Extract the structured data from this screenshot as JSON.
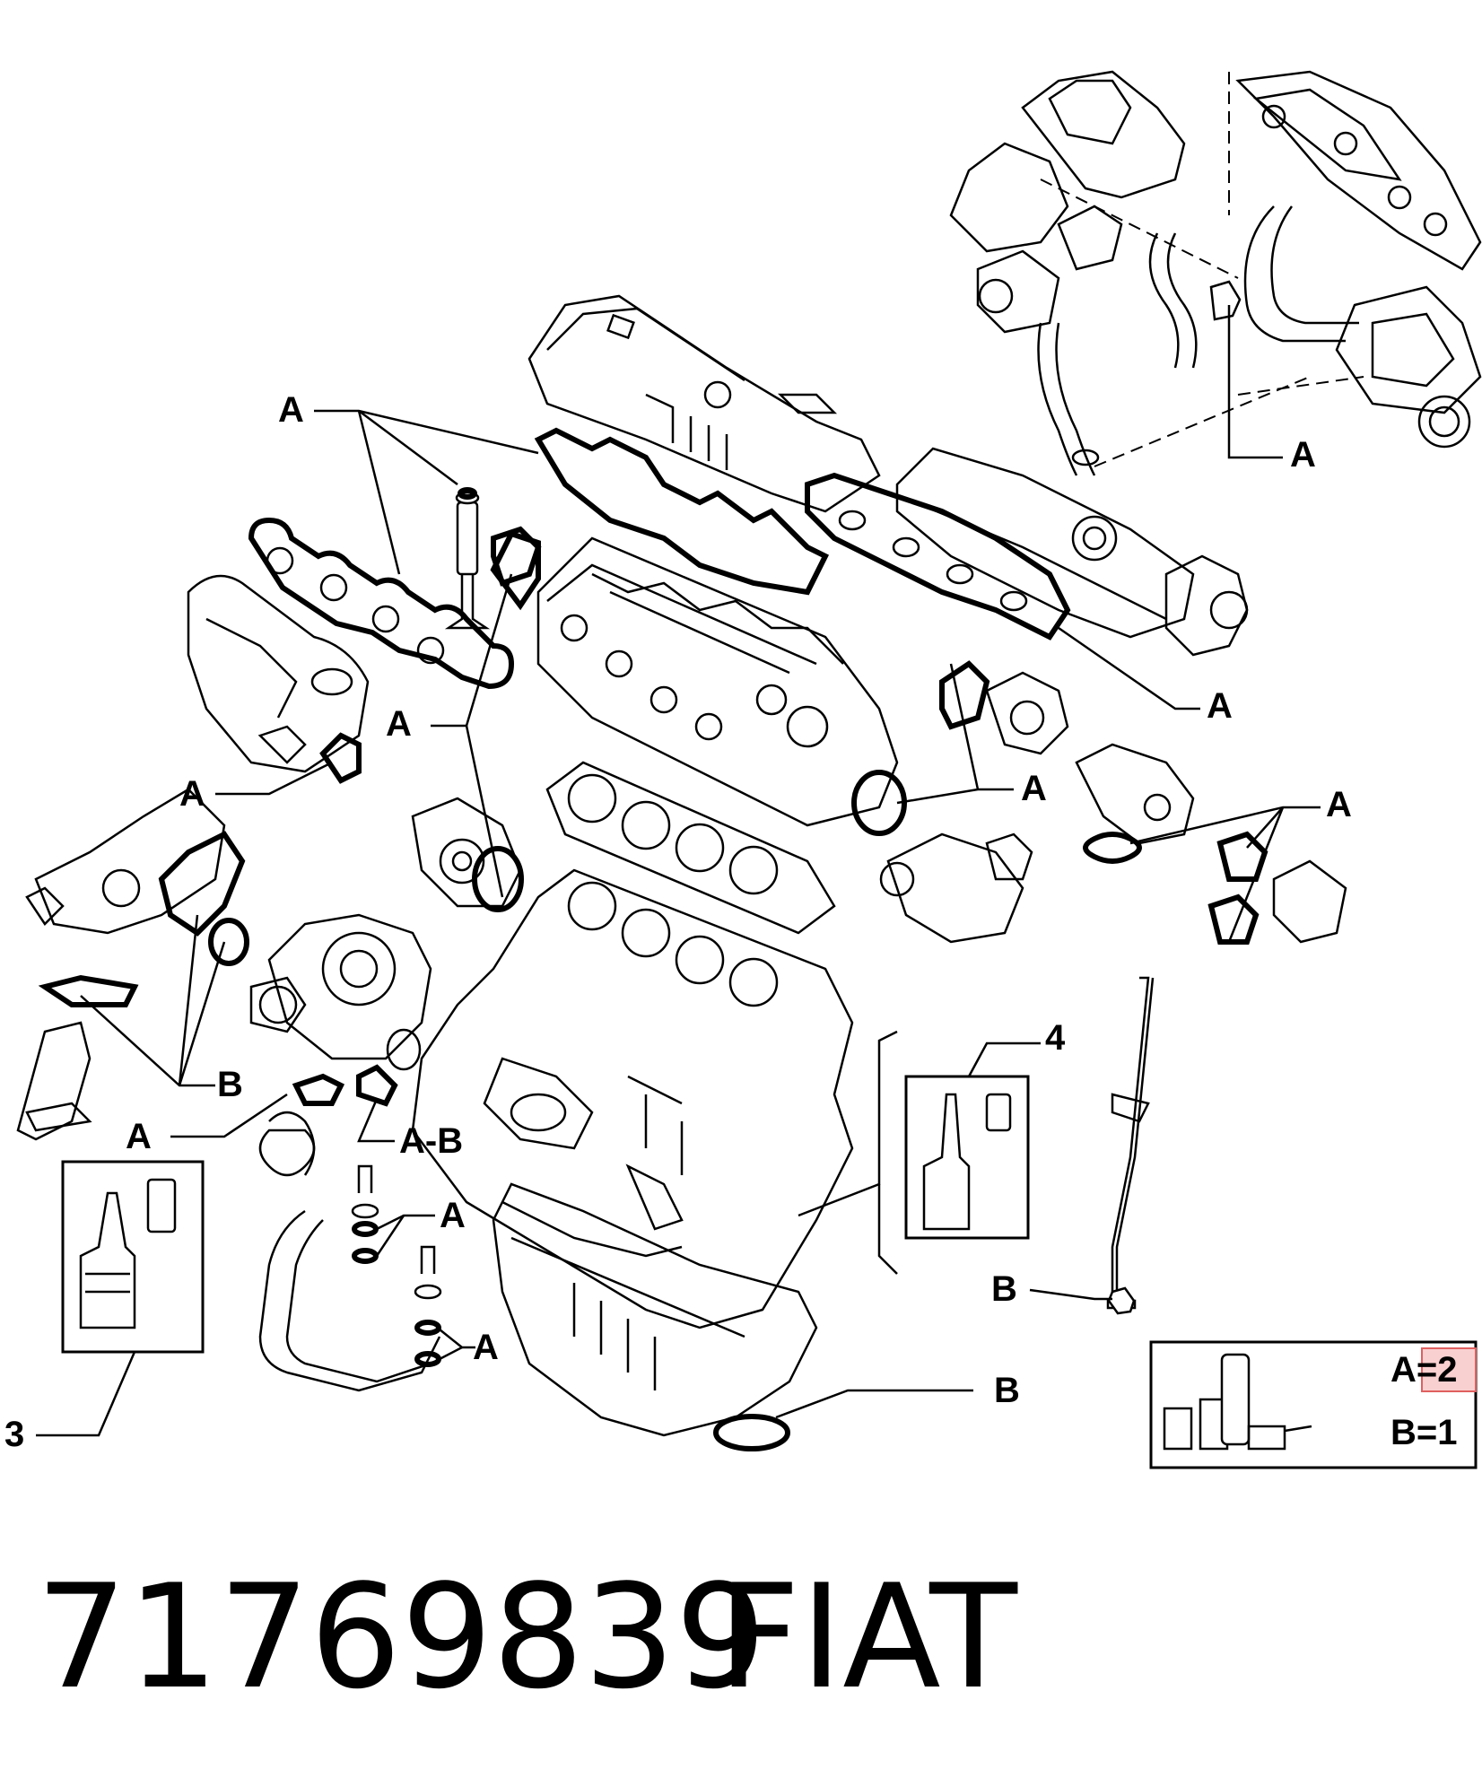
{
  "part_number": "71769839",
  "brand": "FIAT",
  "callouts": {
    "a_egr_top": "A",
    "a_cover_top": "A",
    "a_middle_left": "A",
    "a_manifold_right": "A",
    "a_left_flange": "A",
    "a_thermostat": "A",
    "a_right_group": "A",
    "b_left": "B",
    "a_turbo_lower": "A",
    "ab_turbo": "A-B",
    "a_oil_pipe_upper": "A",
    "a_oil_pipe_lower": "A",
    "b_drain_plug": "B",
    "b_sump_ring": "B",
    "item_4": "4",
    "item_3": "3"
  },
  "legend": {
    "a_text": "A=2",
    "b_text": "B=1"
  },
  "colors": {
    "ink": "#000000",
    "highlight": "#e06060"
  }
}
